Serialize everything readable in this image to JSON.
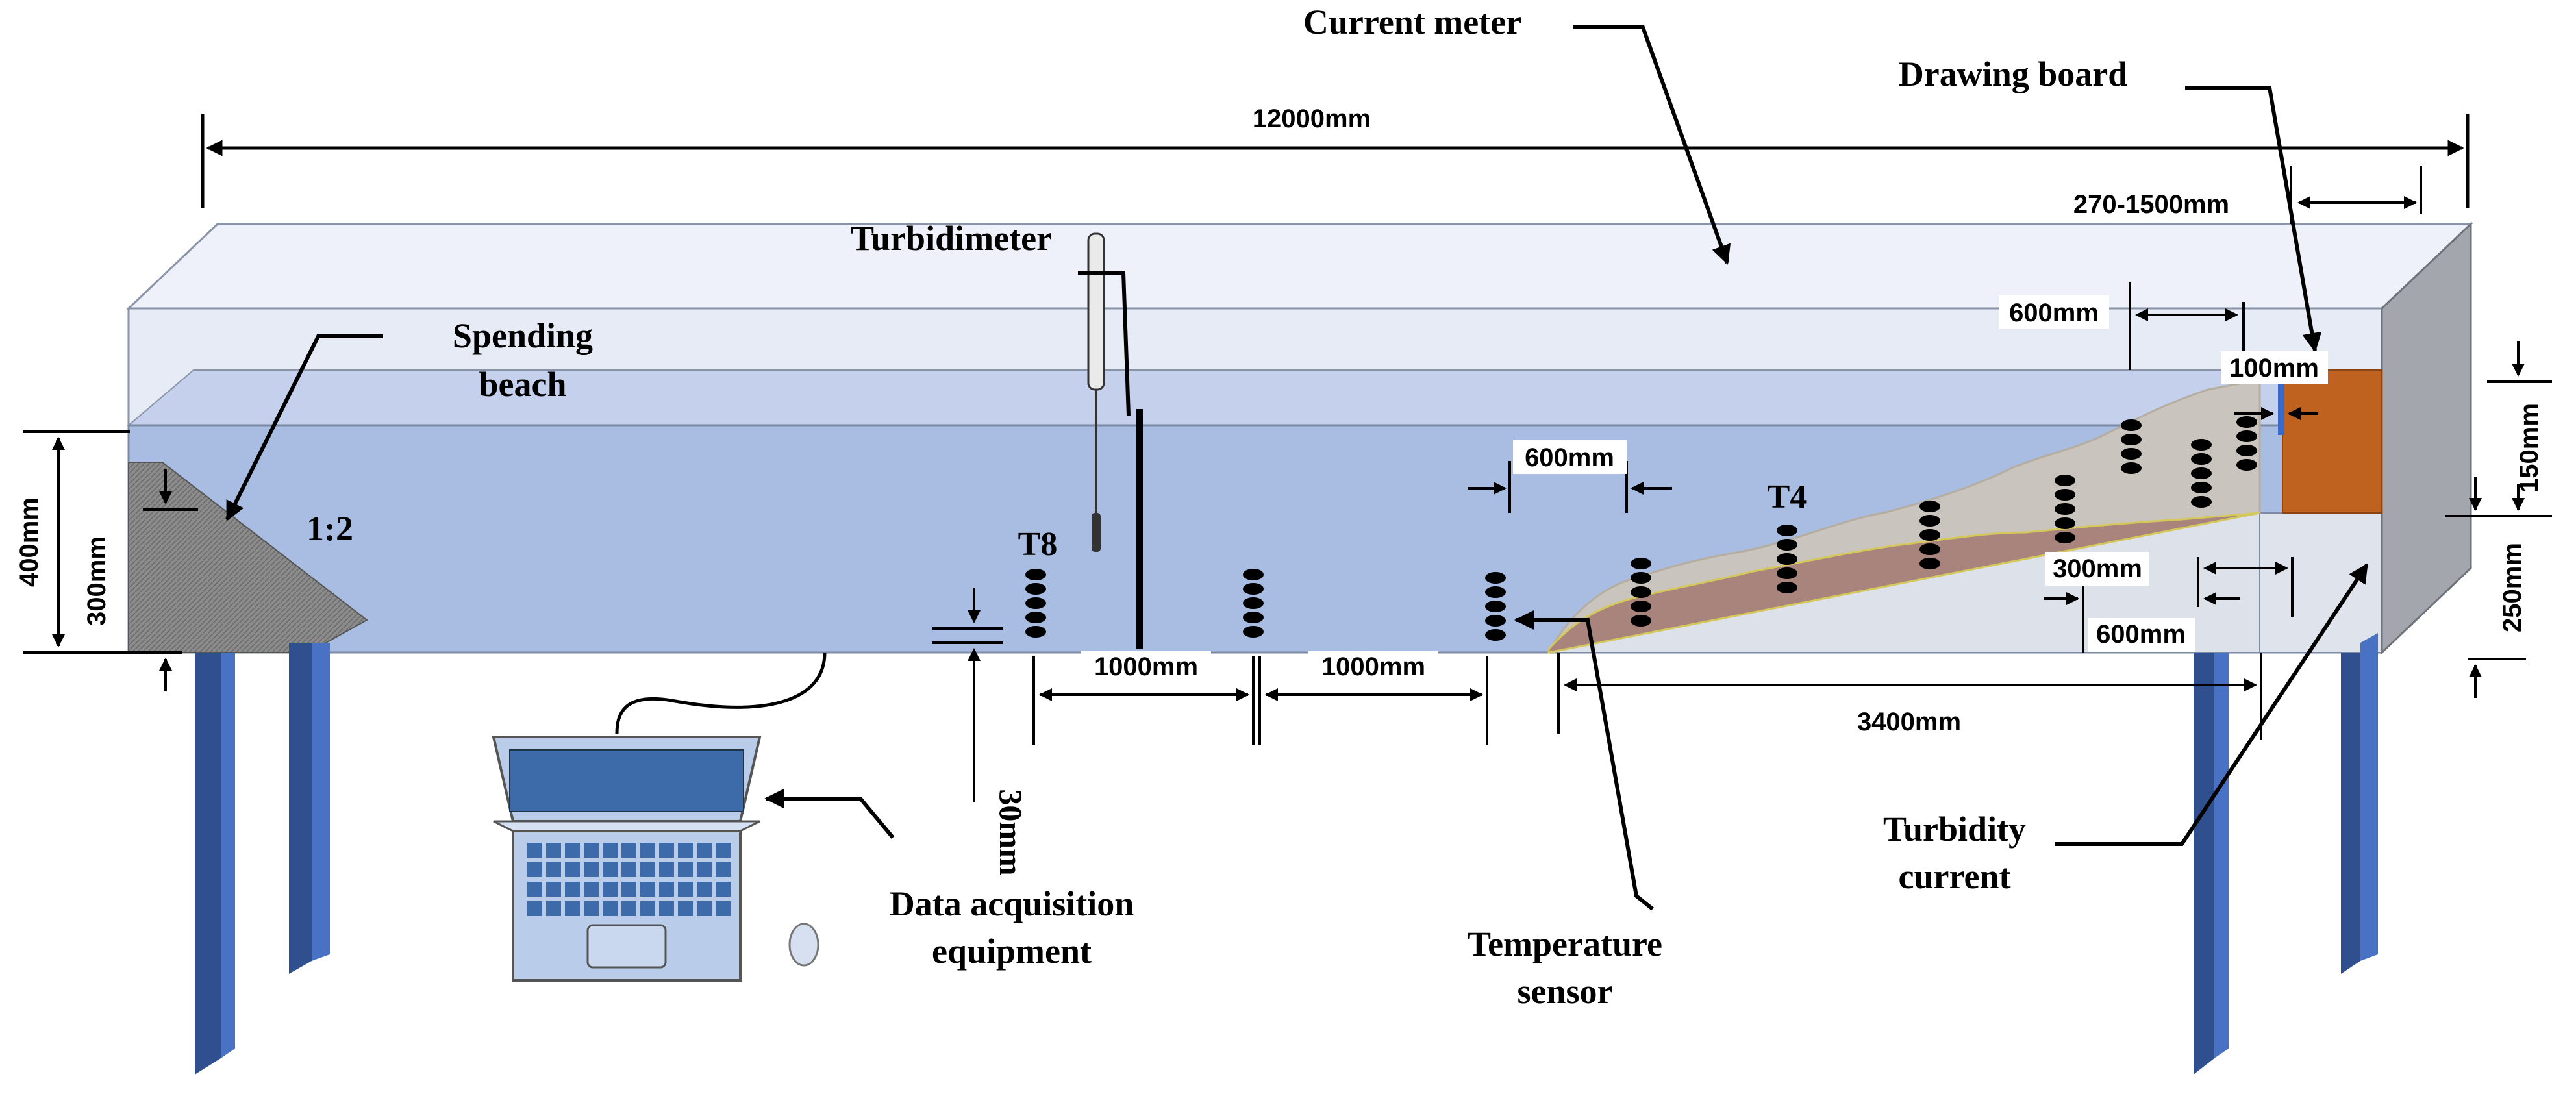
{
  "labels": {
    "current_meter": "Current meter",
    "drawing_board": "Drawing board",
    "turbidimeter": "Turbidimeter",
    "spending_beach_1": "Spending",
    "spending_beach_2": "beach",
    "slope_ratio": "1:2",
    "t8": "T8",
    "t4": "T4",
    "data_acquisition_1": "Data acquisition",
    "data_acquisition_2": "equipment",
    "temperature_sensor_1": "Temperature",
    "temperature_sensor_2": "sensor",
    "turbidity_current_1": "Turbidity",
    "turbidity_current_2": "current"
  },
  "dimensions": {
    "total_length": "12000mm",
    "board_range": "270-1500mm",
    "spacing_600_top": "600mm",
    "gap_100": "100mm",
    "spacing_600_mid": "600mm",
    "spacing_300": "300mm",
    "spacing_600_low": "600mm",
    "spacing_1000_a": "1000mm",
    "spacing_1000_b": "1000mm",
    "slope_3400": "3400mm",
    "height_400": "400mm",
    "height_300": "300mm",
    "height_30": "30mm",
    "height_150": "150mm",
    "height_250": "250mm"
  },
  "colors": {
    "water": "#a9bde2",
    "tank_glass": "#e8ecf7",
    "upper_glass": "#c9d5ee",
    "legs": "#2f4f8f",
    "leg_highlight": "#4a72c4",
    "sediment": "#a8847c",
    "turbidity_plume": "#c9c5be",
    "gate": "#c0621f",
    "end_wall": "#a3a7ad",
    "beach": "#8a8a8a",
    "laptop": "#b9cdeb"
  },
  "icons": [
    "laptop-icon",
    "mouse-icon",
    "current-meter-icon",
    "turbidimeter-probe-icon",
    "temperature-sensor-icon"
  ]
}
